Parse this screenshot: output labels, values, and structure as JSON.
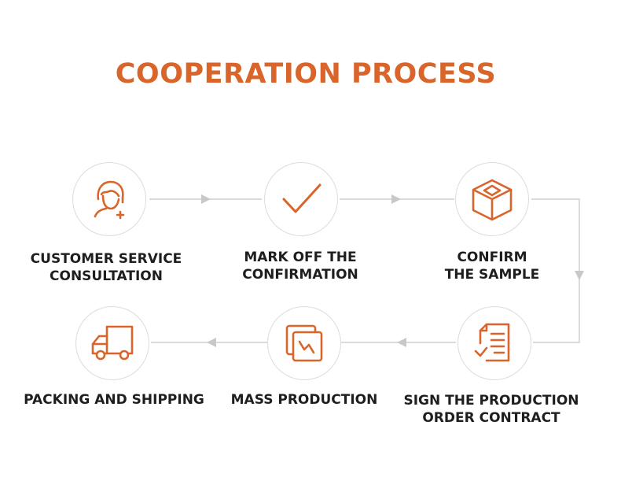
{
  "title": "COOPERATION PROCESS",
  "accent_color": "#d9652a",
  "connector_color": "#cfcfcf",
  "steps": [
    {
      "line1": "CUSTOMER SERVICE",
      "line2": "CONSULTATION",
      "icon": "customer-service-icon"
    },
    {
      "line1": "MARK OFF THE",
      "line2": "CONFIRMATION",
      "icon": "checkmark-icon"
    },
    {
      "line1": "CONFIRM",
      "line2": "THE SAMPLE",
      "icon": "box-icon"
    },
    {
      "line1": "SIGN THE PRODUCTION",
      "line2": "ORDER CONTRACT",
      "icon": "contract-icon"
    },
    {
      "line1": "MASS PRODUCTION",
      "line2": "",
      "icon": "production-chart-icon"
    },
    {
      "line1": "PACKING AND SHIPPING",
      "line2": "",
      "icon": "truck-icon"
    }
  ]
}
